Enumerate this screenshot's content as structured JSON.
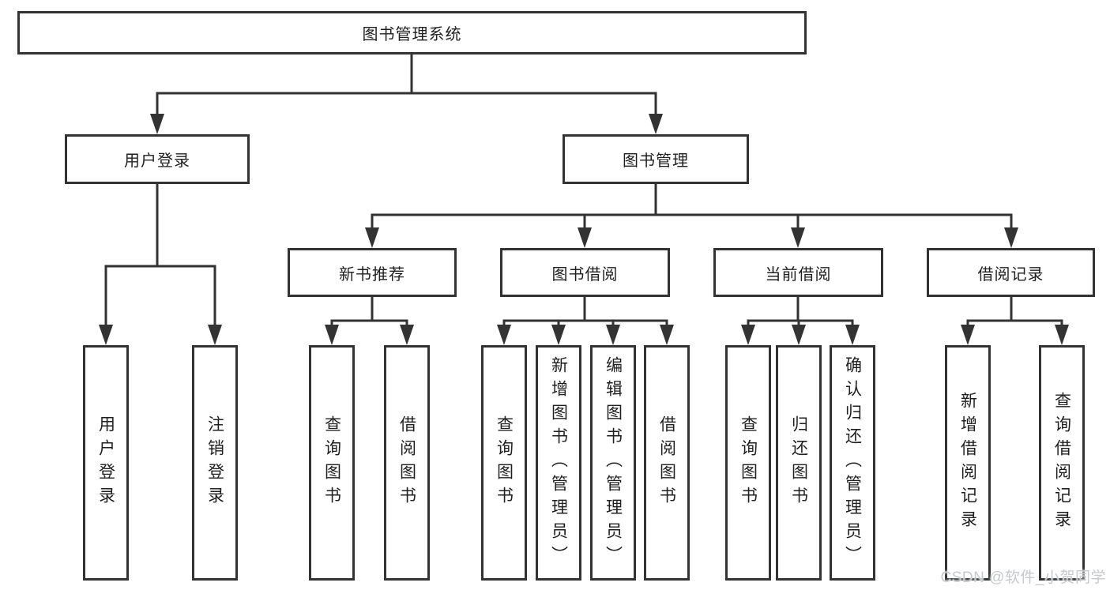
{
  "diagram": {
    "root": {
      "label": "图书管理系统"
    },
    "level2": [
      {
        "label": "用户登录"
      },
      {
        "label": "图书管理"
      }
    ],
    "level3": [
      {
        "label": "新书推荐"
      },
      {
        "label": "图书借阅"
      },
      {
        "label": "当前借阅"
      },
      {
        "label": "借阅记录"
      }
    ],
    "leaves": {
      "user_login": [
        {
          "label": "用户登录"
        },
        {
          "label": "注销登录"
        }
      ],
      "new_book_recommend": [
        {
          "label": "查询图书"
        },
        {
          "label": "借阅图书"
        }
      ],
      "book_borrow": [
        {
          "label": "查询图书"
        },
        {
          "label": "新增图书（管理员）"
        },
        {
          "label": "编辑图书（管理员）"
        },
        {
          "label": "借阅图书"
        }
      ],
      "current_borrow": [
        {
          "label": "查询图书"
        },
        {
          "label": "归还图书"
        },
        {
          "label": "确认归还（管理员）"
        }
      ],
      "borrow_records": [
        {
          "label": "新增借阅记录"
        },
        {
          "label": "查询借阅记录"
        }
      ]
    }
  },
  "watermark": {
    "text": "CSDN @软件_小贺同学"
  },
  "colors": {
    "line": "#333333",
    "box_border": "#333333",
    "text": "#1f1f1f",
    "watermark": "#c6c9cd",
    "background": "#ffffff"
  }
}
